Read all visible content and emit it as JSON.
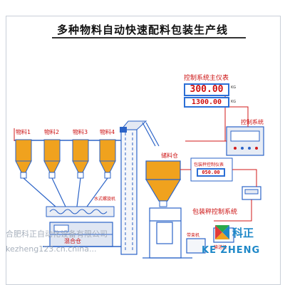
{
  "title": "多种物料自动快速配料包装生产线",
  "materials": [
    "物料1",
    "物料2",
    "物料3",
    "物料4"
  ],
  "control_panel": {
    "title": "控制系统主仪表",
    "readout_1": "300.00",
    "readout_2": "1300.00",
    "unit": "KG"
  },
  "labels": {
    "control_system": "控制系统",
    "buffer_bin": "储料仓",
    "packing_scale_instrument": "包装秤控制仪表",
    "packing_scale_readout": "050.00",
    "packing_scale_control": "包装秤控制系统",
    "mixer": "混合仓",
    "screw_conveyor": "水式螺旋机",
    "bag_clamp": "带束机",
    "conveyor": "输送机"
  },
  "watermark": {
    "line1": "合肥科正自动化设备有限公司",
    "line2": "kezheng123.cn.china..."
  },
  "brand": {
    "chinese": "科正",
    "english": "KE ZHENG"
  },
  "colors": {
    "bin_fill": "#f0a21e",
    "frame_blue": "#2b63c7",
    "wire_red": "#d21a1a",
    "digits_red": "#d01010",
    "brand_blue": "#1e88c8"
  }
}
